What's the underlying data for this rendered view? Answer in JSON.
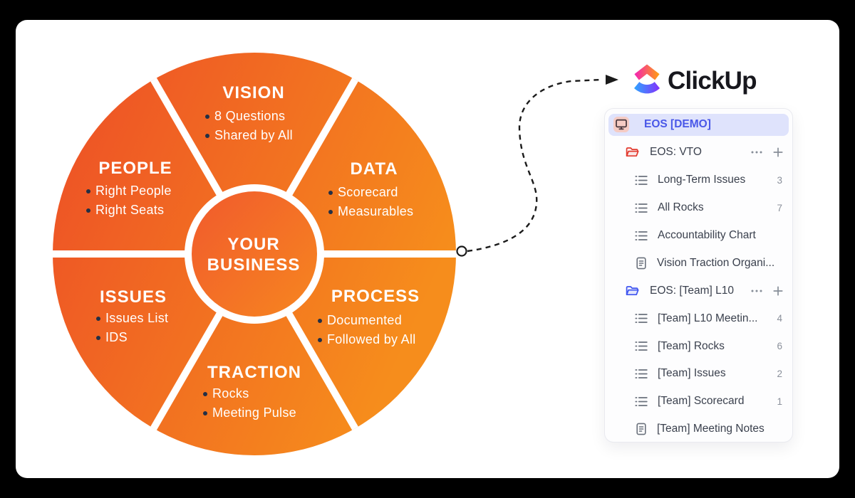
{
  "wheel": {
    "center": {
      "line1": "YOUR",
      "line2": "BUSINESS"
    },
    "sections": [
      {
        "id": "vision",
        "title": "VISION",
        "bullets": [
          "8 Questions",
          "Shared by All"
        ]
      },
      {
        "id": "data",
        "title": "DATA",
        "bullets": [
          "Scorecard",
          "Measurables"
        ]
      },
      {
        "id": "people",
        "title": "PEOPLE",
        "bullets": [
          "Right People",
          "Right Seats"
        ]
      },
      {
        "id": "issues",
        "title": "ISSUES",
        "bullets": [
          "Issues List",
          "IDS"
        ]
      },
      {
        "id": "process",
        "title": "PROCESS",
        "bullets": [
          "Documented",
          "Followed by All"
        ]
      },
      {
        "id": "traction",
        "title": "TRACTION",
        "bullets": [
          "Rocks",
          "Meeting Pulse"
        ]
      }
    ]
  },
  "logo": {
    "wordmark": "ClickUp"
  },
  "panel": {
    "rows": [
      {
        "type": "space",
        "label": "EOS [DEMO]",
        "count": "",
        "highlighted": true
      },
      {
        "type": "folder",
        "label": "EOS: VTO",
        "count": "",
        "folder_color": "red",
        "actions": true
      },
      {
        "type": "list",
        "label": "Long-Term Issues",
        "count": "3"
      },
      {
        "type": "list",
        "label": "All Rocks",
        "count": "7"
      },
      {
        "type": "list",
        "label": "Accountability Chart",
        "count": ""
      },
      {
        "type": "doc",
        "label": "Vision Traction Organi...",
        "count": ""
      },
      {
        "type": "folder",
        "label": "EOS: [Team] L10",
        "count": "",
        "folder_color": "blue",
        "actions": true
      },
      {
        "type": "list",
        "label": "[Team] L10 Meetin...",
        "count": "4"
      },
      {
        "type": "list",
        "label": "[Team] Rocks",
        "count": "6"
      },
      {
        "type": "list",
        "label": "[Team] Issues",
        "count": "2"
      },
      {
        "type": "list",
        "label": "[Team] Scorecard",
        "count": "1"
      },
      {
        "type": "doc",
        "label": "[Team] Meeting Notes",
        "count": ""
      }
    ]
  },
  "colors": {
    "wheel_gradient_start": "#ed4d27",
    "wheel_gradient_end": "#f68d1c",
    "bullet_dot": "#232f45",
    "panel_highlight_bg": "#dfe3fc",
    "panel_highlight_text": "#4a58e8",
    "folder_red": "#e23a2e",
    "folder_blue": "#3f55f0",
    "icon_gray": "#6a717c",
    "clickup_pink": "#f322b5",
    "clickup_orange": "#ffa00f",
    "clickup_blue": "#2fa5ff",
    "clickup_purple": "#8430fc",
    "connector": "#1b1b1b"
  }
}
